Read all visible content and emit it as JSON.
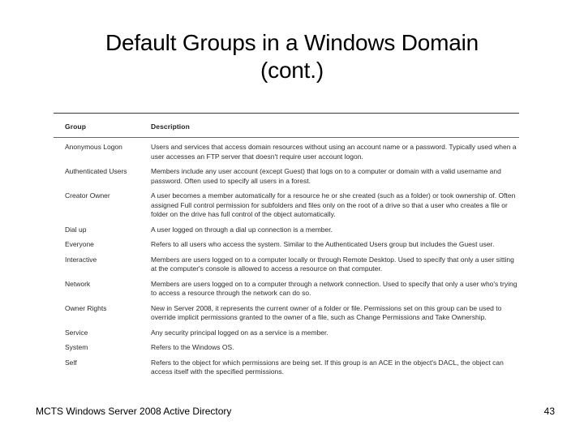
{
  "slide": {
    "title_line1": "Default Groups in a Windows Domain",
    "title_line2": "(cont.)"
  },
  "table": {
    "headers": {
      "group": "Group",
      "description": "Description"
    },
    "rows": [
      {
        "group": "Anonymous Logon",
        "description": "Users and services that access domain resources without using an account name or a password. Typically used when a user accesses an FTP server that doesn't require user account logon."
      },
      {
        "group": "Authenticated Users",
        "description": "Members include any user account (except Guest) that logs on to a computer or domain with a valid username and password. Often used to specify all users in a forest."
      },
      {
        "group": "Creator Owner",
        "description": "A user becomes a member automatically for a resource he or she created (such as a folder) or took ownership of. Often assigned Full control permission for subfolders and files only on the root of a drive so that a user who creates a file or folder on the drive has full control of the object automatically."
      },
      {
        "group": "Dial up",
        "description": "A user logged on through a dial up connection is a member."
      },
      {
        "group": "Everyone",
        "description": "Refers to all users who access the system. Similar to the Authenticated Users group but includes the Guest user."
      },
      {
        "group": "Interactive",
        "description": "Members are users logged on to a computer locally or through Remote Desktop. Used to specify that only a user sitting at the computer's console is allowed to access a resource on that computer."
      },
      {
        "group": "Network",
        "description": "Members are users logged on to a computer through a network connection. Used to specify that only a user who's trying to access a resource through the network can do so."
      },
      {
        "group": "Owner Rights",
        "description": "New in Server 2008, it represents the current owner of a folder or file. Permissions set on this group can be used to override implicit permissions granted to the owner of a file, such as Change Permissions and Take Ownership."
      },
      {
        "group": "Service",
        "description": "Any security principal logged on as a service is a member."
      },
      {
        "group": "System",
        "description": "Refers to the Windows OS."
      },
      {
        "group": "Self",
        "description": "Refers to the object for which permissions are being set. If this group is an ACE in the object's DACL, the object can access itself with the specified permissions."
      }
    ]
  },
  "footer": {
    "text": "MCTS Windows Server 2008 Active Directory",
    "page_number": "43"
  }
}
